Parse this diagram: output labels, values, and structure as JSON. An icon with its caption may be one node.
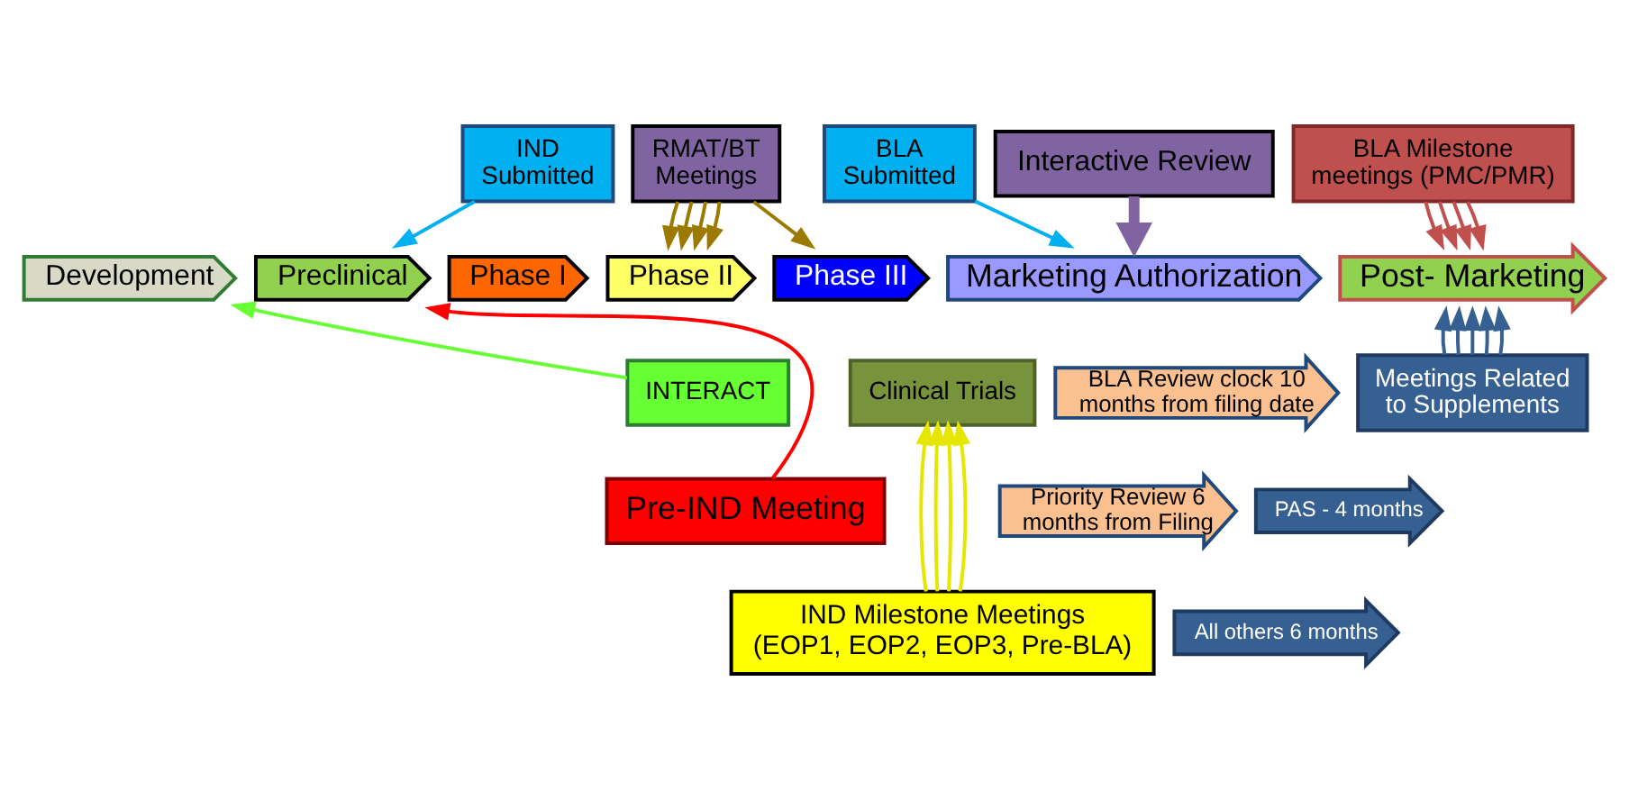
{
  "diagram": {
    "nodes": [
      {
        "text": [
          "Development"
        ]
      },
      {
        "text": [
          "Preclinical"
        ]
      },
      {
        "text": [
          "Phase I"
        ]
      },
      {
        "text": [
          "Phase II"
        ]
      },
      {
        "text": [
          "Phase III"
        ]
      },
      {
        "text": [
          "Marketing Authorization"
        ]
      },
      {
        "text": [
          "Post- Marketing"
        ]
      },
      {
        "text": [
          "IND Submitted"
        ]
      },
      {
        "text": [
          "RMAT/BT Meetings"
        ]
      },
      {
        "text": [
          "BLA Submitted"
        ]
      },
      {
        "text": [
          "Interactive Review"
        ]
      },
      {
        "text": [
          "BLA Milestone meetings (PMC/PMR)"
        ]
      },
      {
        "text": [
          "INTERACT"
        ]
      },
      {
        "text": [
          "Clinical Trials"
        ]
      },
      {
        "text": [
          "Pre-IND Meeting"
        ]
      },
      {
        "text": [
          "IND Milestone Meetings (EOP1, EOP2, EOP3, Pre-BLA)"
        ]
      },
      {
        "text": [
          "BLA Review clock 10 months from filing date"
        ]
      },
      {
        "text": [
          "Priority Review 6 months from Filing"
        ]
      },
      {
        "text": [
          "Meetings Related to Supplements"
        ]
      },
      {
        "text": [
          "PAS - 4 months"
        ]
      },
      {
        "text": [
          "All others 6 months"
        ]
      }
    ],
    "edges": [
      {
        "from": 7,
        "to": 1,
        "arrow": "to",
        "color": "#00b0f0"
      },
      {
        "from": 8,
        "to": 3,
        "arrow": "to",
        "color": "#9c7a00"
      },
      {
        "from": 8,
        "to": 3,
        "arrow": "to",
        "color": "#9c7a00"
      },
      {
        "from": 8,
        "to": 3,
        "arrow": "to",
        "color": "#9c7a00"
      },
      {
        "from": 8,
        "to": 3,
        "arrow": "to",
        "color": "#9c7a00"
      },
      {
        "from": 8,
        "to": 4,
        "arrow": "to",
        "color": "#9c7a00"
      },
      {
        "from": 9,
        "to": 5,
        "arrow": "to",
        "color": "#00b0f0"
      },
      {
        "from": 10,
        "to": 5,
        "arrow": "to",
        "style": "thick",
        "color": "#8064a2"
      },
      {
        "from": 11,
        "to": 6,
        "arrow": "to",
        "color": "#c0504d"
      },
      {
        "from": 11,
        "to": 6,
        "arrow": "to",
        "color": "#c0504d"
      },
      {
        "from": 11,
        "to": 6,
        "arrow": "to",
        "color": "#c0504d"
      },
      {
        "from": 11,
        "to": 6,
        "arrow": "to",
        "color": "#c0504d"
      },
      {
        "from": 12,
        "to": 0,
        "arrow": "to",
        "color": "#66ff33"
      },
      {
        "from": 14,
        "to": 1,
        "arrow": "to",
        "color": "#ff0000"
      },
      {
        "from": 15,
        "to": 13,
        "arrow": "to",
        "color": "#e6e600"
      },
      {
        "from": 15,
        "to": 13,
        "arrow": "to",
        "color": "#e6e600"
      },
      {
        "from": 15,
        "to": 13,
        "arrow": "to",
        "color": "#e6e600"
      },
      {
        "from": 15,
        "to": 13,
        "arrow": "to",
        "color": "#e6e600"
      },
      {
        "from": 18,
        "to": 6,
        "arrow": "to",
        "color": "#376092"
      },
      {
        "from": 18,
        "to": 6,
        "arrow": "to",
        "color": "#376092"
      },
      {
        "from": 18,
        "to": 6,
        "arrow": "to",
        "color": "#376092"
      },
      {
        "from": 18,
        "to": 6,
        "arrow": "to",
        "color": "#376092"
      },
      {
        "from": 18,
        "to": 6,
        "arrow": "to",
        "color": "#376092"
      }
    ]
  }
}
